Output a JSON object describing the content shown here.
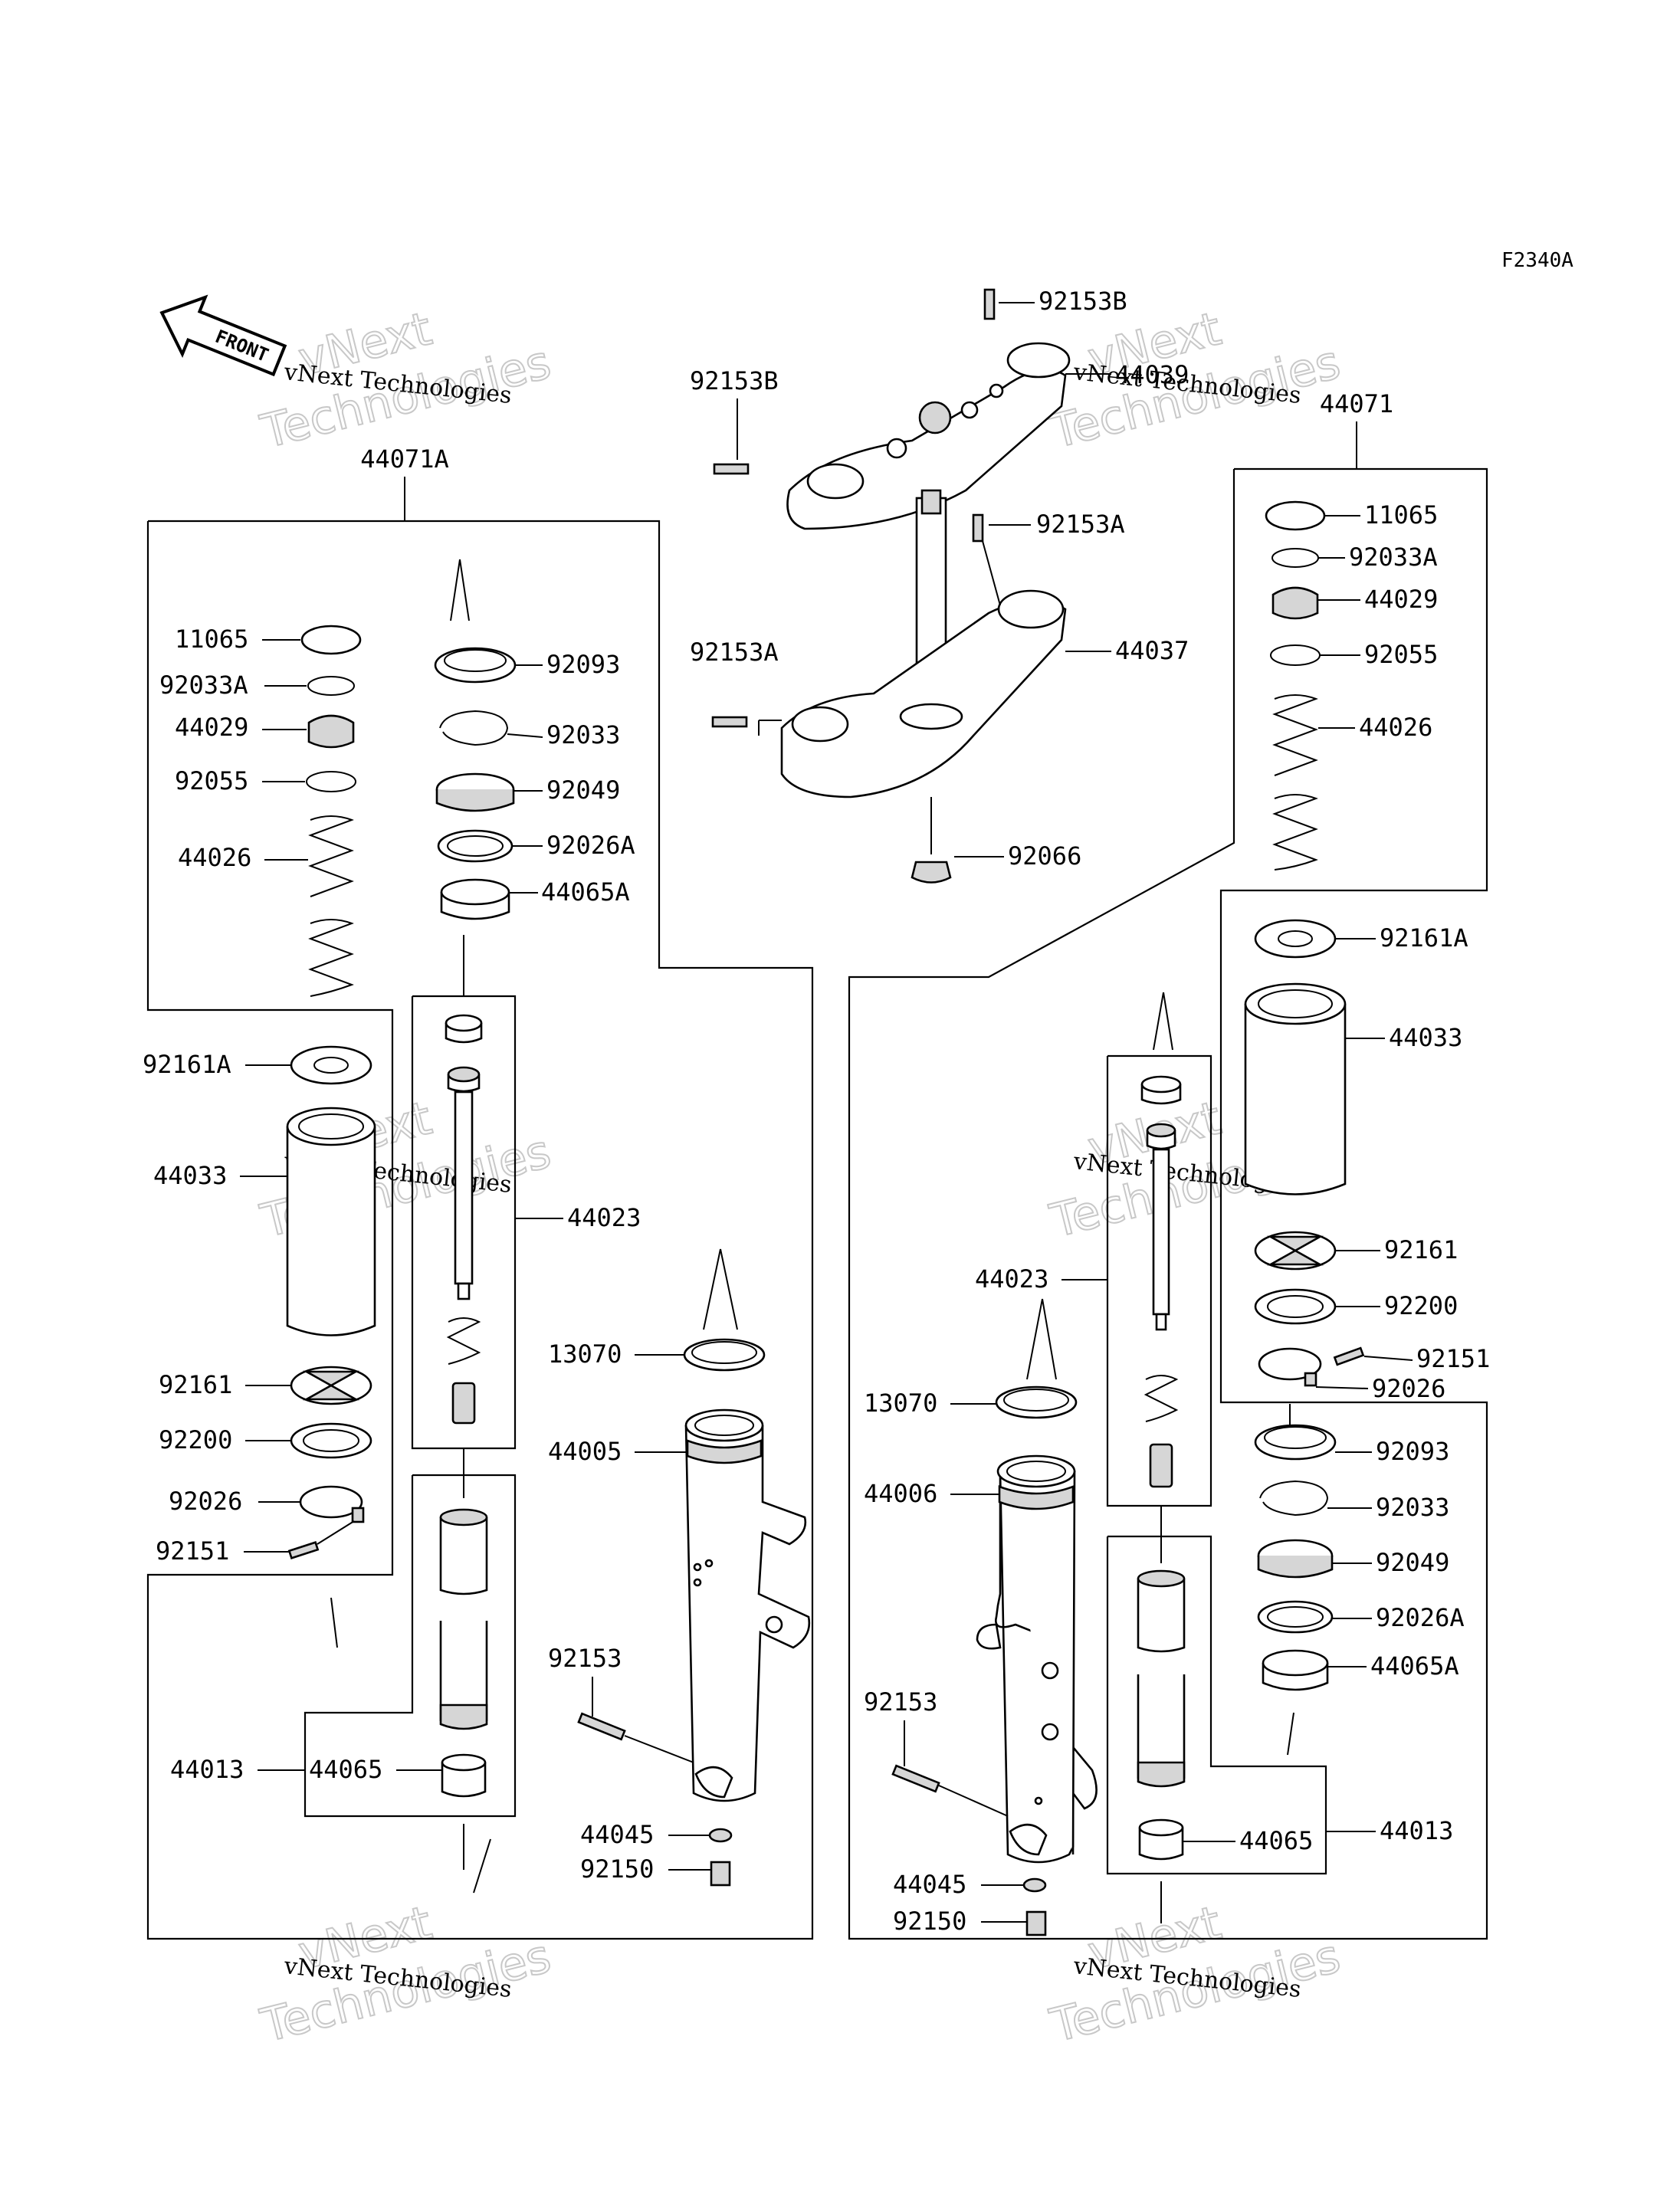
{
  "figure_code": "F2340A",
  "front_label": "FRONT",
  "watermark": {
    "company": "vNext Technologies",
    "line1": "vNext",
    "line2": "Technologies"
  },
  "left_assembly_label": "44071A",
  "right_assembly_label": "44071",
  "upper_parts": {
    "top_bolt": "92153B",
    "top_bolt_side": "92153B",
    "upper_bracket": "44039",
    "stem_bolt": "92153A",
    "stem_bolt_side": "92153A",
    "lower_bracket": "44037",
    "stem_nut": "92066"
  },
  "left_parts": {
    "cap": "11065",
    "o_ring": "92033A",
    "cap_bolt": "44029",
    "cap_o_ring": "92055",
    "spring": "44026",
    "washer": "92161A",
    "tube": "44033",
    "seat": "92161",
    "spacer": "92200",
    "clamp": "92026",
    "clamp_screw": "92151",
    "seal_top": "92093",
    "seal_clip": "92033",
    "oil_seal": "92049",
    "seal_washer": "92026A",
    "bushing_a": "44065A",
    "cylinder": "44023",
    "dust_seal": "13070",
    "outer_tube": "44005",
    "allen_bolt": "92153",
    "inner_tube": "44013",
    "bushing": "44065",
    "gasket": "44045",
    "drain_bolt": "92150"
  },
  "right_parts": {
    "cap": "11065",
    "o_ring": "92033A",
    "cap_bolt": "44029",
    "cap_o_ring": "92055",
    "spring": "44026",
    "washer": "92161A",
    "tube": "44033",
    "seat": "92161",
    "spacer": "92200",
    "clamp_screw": "92151",
    "clamp": "92026",
    "seal_top": "92093",
    "seal_clip": "92033",
    "oil_seal": "92049",
    "seal_washer": "92026A",
    "bushing_a": "44065A",
    "cylinder": "44023",
    "dust_seal": "13070",
    "outer_tube": "44006",
    "allen_bolt": "92153",
    "inner_tube": "44013",
    "bushing": "44065",
    "gasket": "44045",
    "drain_bolt": "92150"
  }
}
